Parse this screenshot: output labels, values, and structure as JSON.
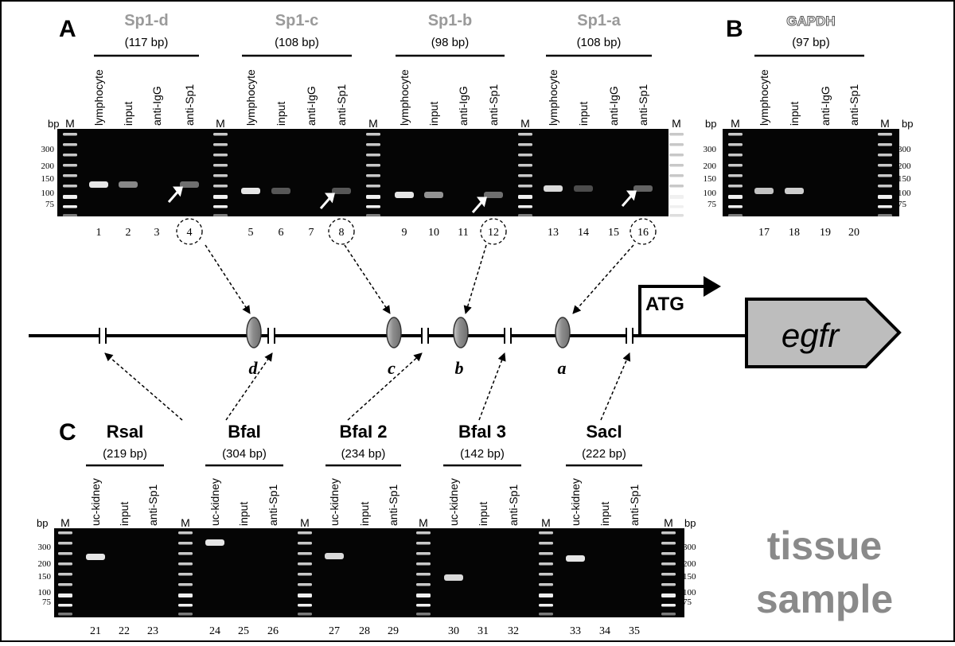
{
  "panel_labels": {
    "A": "A",
    "B": "B",
    "C": "C"
  },
  "marker_label": "M",
  "bp_label": "bp",
  "panel_a": {
    "groups": [
      {
        "name": "Sp1-d",
        "size": "(117 bp)",
        "lanes": [
          "lymphocyte",
          "input",
          "anti-IgG",
          "anti-Sp1"
        ],
        "numbers": [
          "1",
          "2",
          "3",
          "4"
        ],
        "band_intensity": [
          0.95,
          0.55,
          0.0,
          0.45
        ]
      },
      {
        "name": "Sp1-c",
        "size": "(108 bp)",
        "lanes": [
          "lymphocyte",
          "input",
          "anti-IgG",
          "anti-Sp1"
        ],
        "numbers": [
          "5",
          "6",
          "7",
          "8"
        ],
        "band_intensity": [
          0.95,
          0.35,
          0.0,
          0.35
        ]
      },
      {
        "name": "Sp1-b",
        "size": "(98 bp)",
        "lanes": [
          "lymphocyte",
          "input",
          "anti-IgG",
          "anti-Sp1"
        ],
        "numbers": [
          "9",
          "10",
          "11",
          "12"
        ],
        "band_intensity": [
          0.95,
          0.6,
          0.0,
          0.45
        ]
      },
      {
        "name": "Sp1-a",
        "size": "(108 bp)",
        "lanes": [
          "lymphocyte",
          "input",
          "anti-IgG",
          "anti-Sp1"
        ],
        "numbers": [
          "13",
          "14",
          "15",
          "16"
        ],
        "band_intensity": [
          0.9,
          0.3,
          0.0,
          0.4
        ]
      }
    ],
    "ladder_labels": [
      "300",
      "200",
      "150",
      "100",
      "75"
    ]
  },
  "panel_b": {
    "name": "GAPDH",
    "size": "(97 bp)",
    "lanes": [
      "lymphocyte",
      "input",
      "anti-IgG",
      "anti-Sp1"
    ],
    "numbers": [
      "17",
      "18",
      "19",
      "20"
    ],
    "band_intensity": [
      0.8,
      0.85,
      0.0,
      0.0
    ],
    "ladder_labels": [
      "300",
      "200",
      "150",
      "100",
      "75"
    ]
  },
  "map": {
    "sites": [
      "d",
      "c",
      "b",
      "a"
    ],
    "atg": "ATG",
    "gene": "egfr"
  },
  "panel_c": {
    "groups": [
      {
        "name": "RsaI",
        "size": "(219 bp)",
        "lanes": [
          "uc-kidney",
          "input",
          "anti-Sp1"
        ],
        "numbers": [
          "21",
          "22",
          "23"
        ],
        "band_intensity": [
          0.95,
          0.0,
          0.0
        ]
      },
      {
        "name": "BfaI",
        "size": "(304 bp)",
        "lanes": [
          "uc-kidney",
          "input",
          "anti-Sp1"
        ],
        "numbers": [
          "24",
          "25",
          "26"
        ],
        "band_intensity": [
          0.95,
          0.0,
          0.0
        ]
      },
      {
        "name": "BfaI 2",
        "size": "(234 bp)",
        "lanes": [
          "uc-kidney",
          "input",
          "anti-Sp1"
        ],
        "numbers": [
          "27",
          "28",
          "29"
        ],
        "band_intensity": [
          0.9,
          0.0,
          0.0
        ]
      },
      {
        "name": "BfaI 3",
        "size": "(142 bp)",
        "lanes": [
          "uc-kidney",
          "input",
          "anti-Sp1"
        ],
        "numbers": [
          "30",
          "31",
          "32"
        ],
        "band_intensity": [
          0.9,
          0.0,
          0.0
        ]
      },
      {
        "name": "SacI",
        "size": "(222 bp)",
        "lanes": [
          "uc-kidney",
          "input",
          "anti-Sp1"
        ],
        "numbers": [
          "33",
          "34",
          "35"
        ],
        "band_intensity": [
          0.95,
          0.0,
          0.0
        ]
      }
    ],
    "ladder_labels": [
      "300",
      "200",
      "150",
      "100",
      "75"
    ]
  },
  "watermark": {
    "line1": "tissue",
    "line2": "sample"
  },
  "colors": {
    "sp1_label": "#9a9a9a",
    "gel": "#050505",
    "band": "#f2f2f2",
    "gene_fill": "#bdbdbd",
    "watermark": "#8a8a8a",
    "ellipse": "#8c8c8c"
  }
}
